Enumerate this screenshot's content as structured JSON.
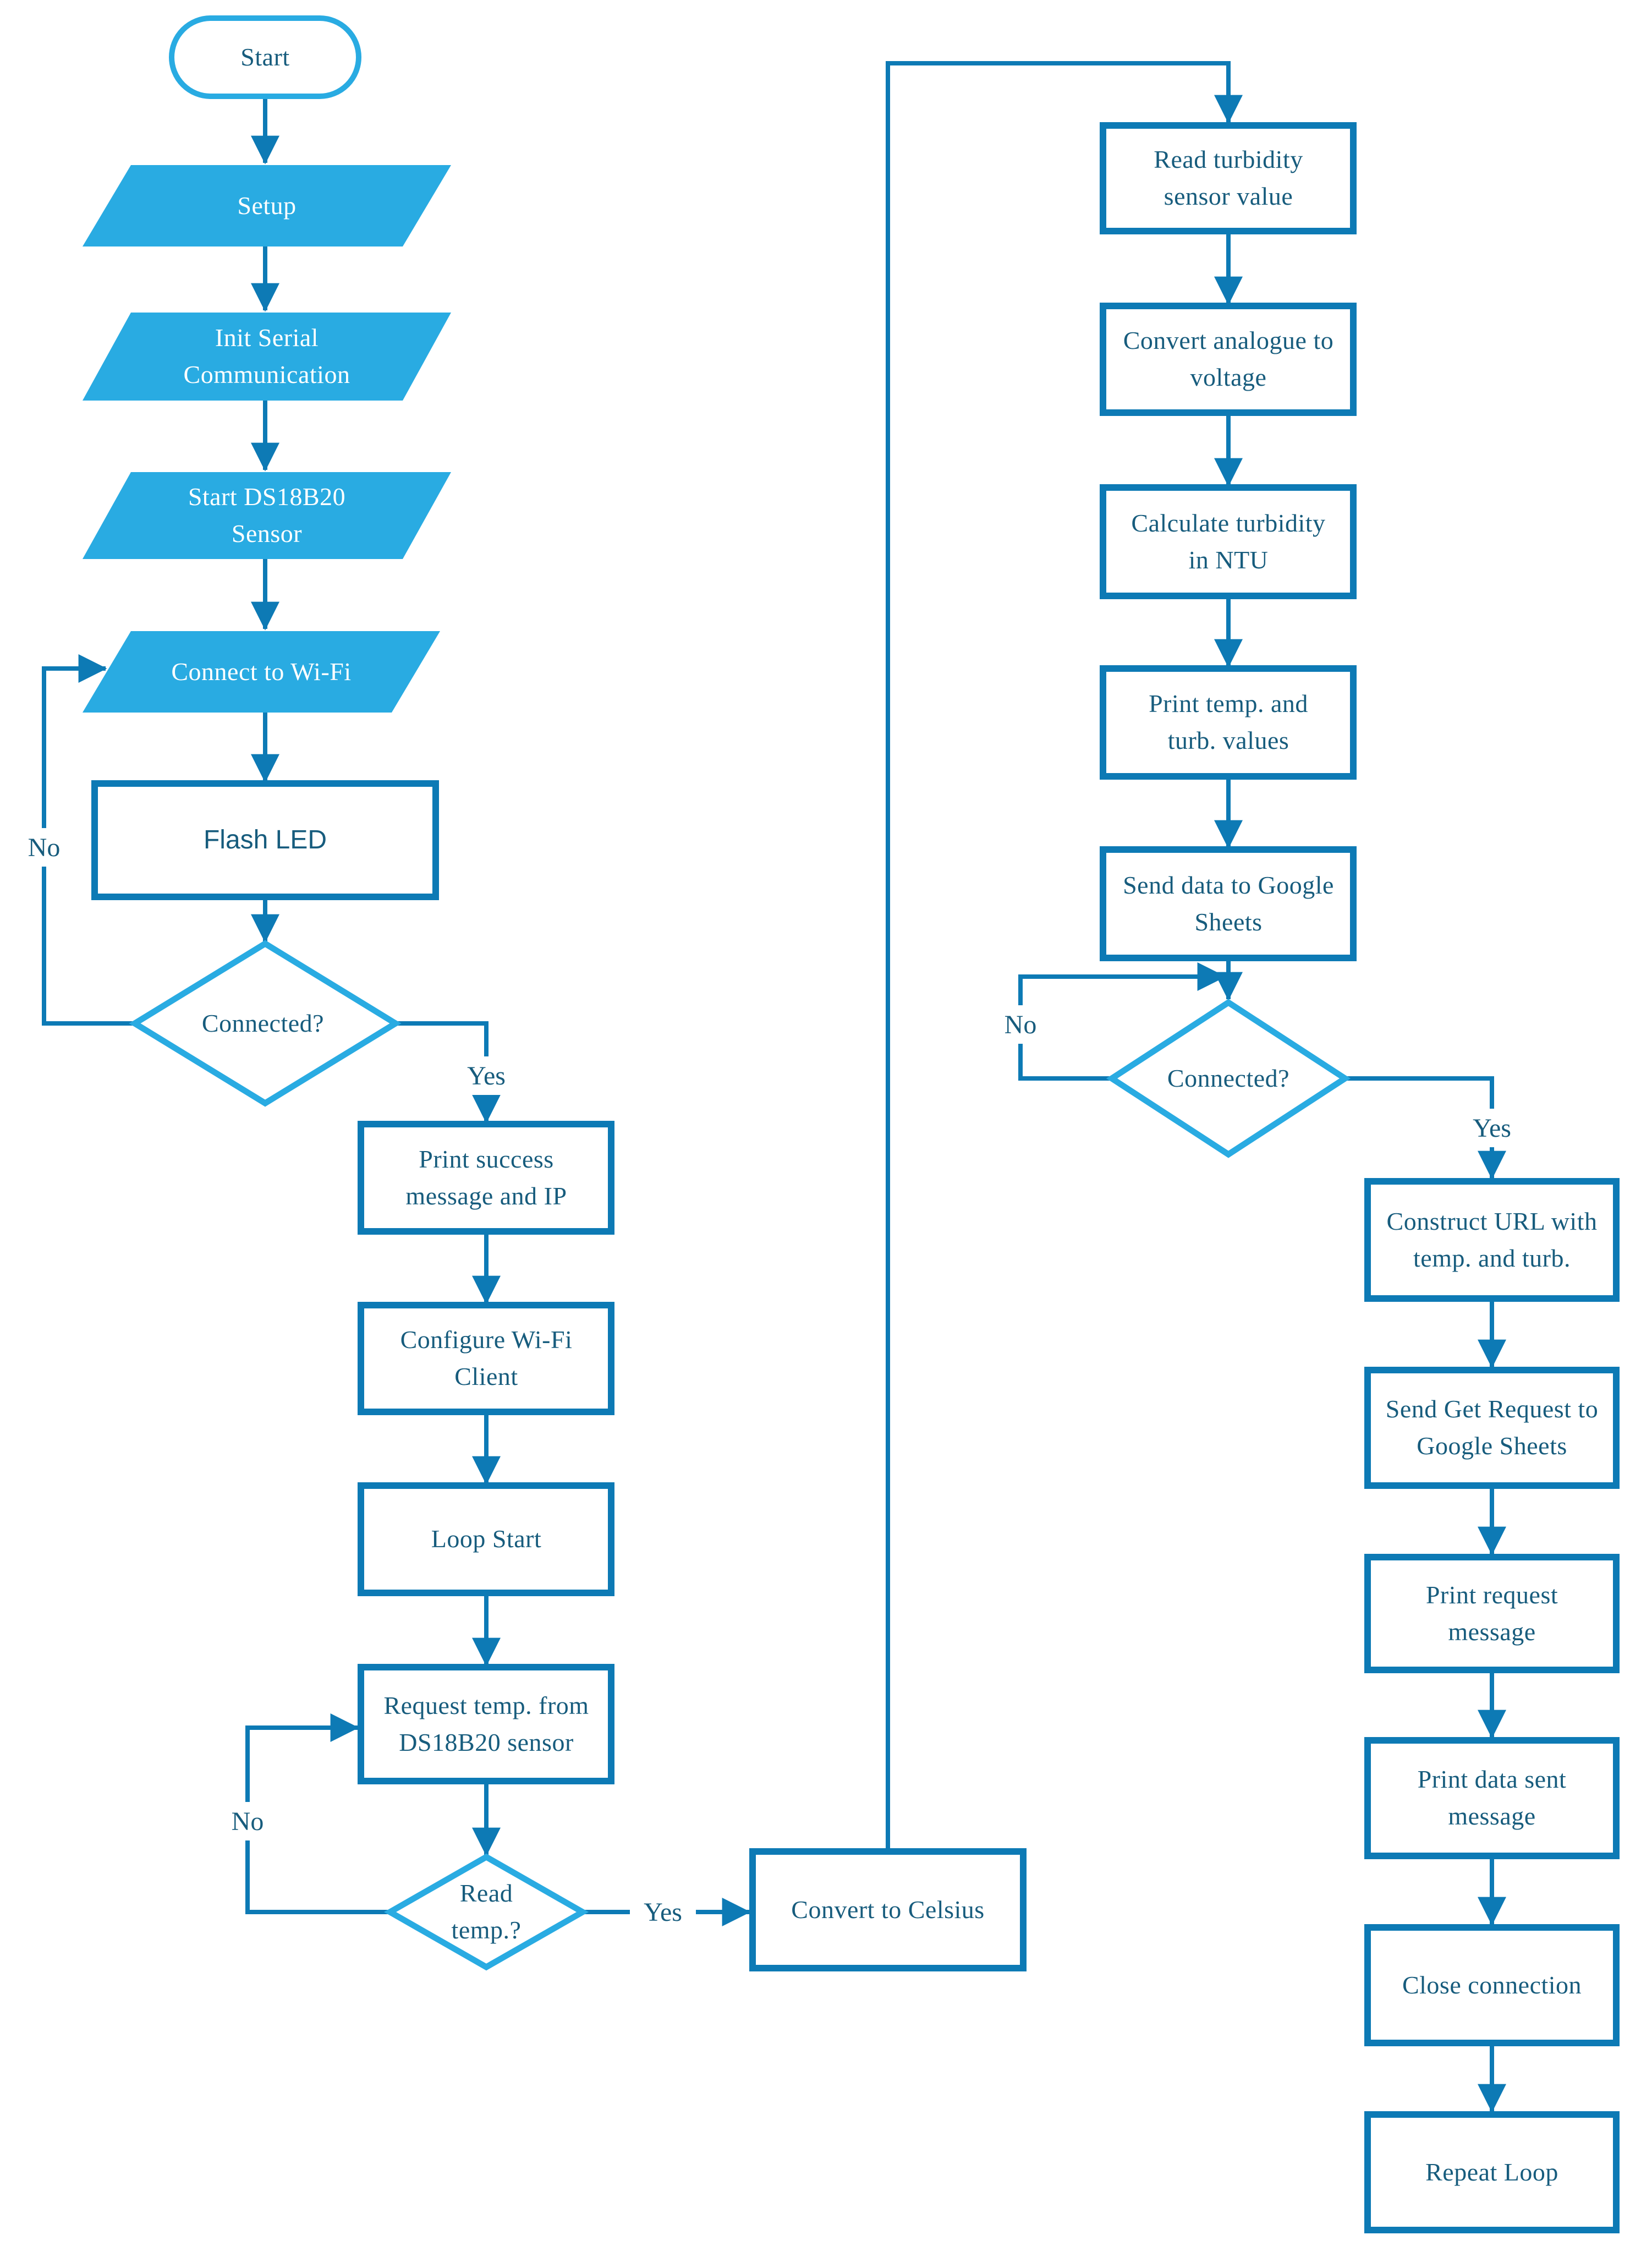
{
  "colors": {
    "cyan": "#29ABE2",
    "blue": "#0D7AB5",
    "text_dark": "#175C7D",
    "bg": "#FFFFFF"
  },
  "nodes": {
    "start": {
      "label": "Start",
      "type": "terminator"
    },
    "setup": {
      "label": "Setup",
      "type": "input"
    },
    "init_serial": {
      "label": "Init Serial Communication",
      "type": "input"
    },
    "start_ds18b20": {
      "label": "Start DS18B20 Sensor",
      "type": "input"
    },
    "connect_wifi": {
      "label": "Connect to Wi-Fi",
      "type": "input"
    },
    "flash_led": {
      "label": "Flash LED",
      "type": "process"
    },
    "connected_1": {
      "label": "Connected?",
      "type": "decision"
    },
    "print_success": {
      "label": "Print success message and IP",
      "type": "process"
    },
    "configure_wifi": {
      "label": "Configure Wi-Fi Client",
      "type": "process"
    },
    "loop_start": {
      "label": "Loop Start",
      "type": "process"
    },
    "request_temp": {
      "label": "Request temp. from DS18B20 sensor",
      "type": "process"
    },
    "read_temp": {
      "label": "Read temp.?",
      "type": "decision"
    },
    "convert_celsius": {
      "label": "Convert to Celsius",
      "type": "process"
    },
    "read_turbidity": {
      "label": "Read turbidity sensor value",
      "type": "process"
    },
    "convert_analogue": {
      "label": "Convert analogue to voltage",
      "type": "process"
    },
    "calculate_turbidity": {
      "label": "Calculate turbidity in NTU",
      "type": "process"
    },
    "print_temp_turb": {
      "label": "Print temp. and turb. values",
      "type": "process"
    },
    "send_data": {
      "label": "Send data to Google Sheets",
      "type": "process"
    },
    "connected_2": {
      "label": "Connected?",
      "type": "decision"
    },
    "construct_url": {
      "label": "Construct URL with temp. and turb.",
      "type": "process"
    },
    "send_get": {
      "label": "Send Get Request to Google Sheets",
      "type": "process"
    },
    "print_request": {
      "label": "Print request message",
      "type": "process"
    },
    "print_data_sent": {
      "label": "Print data sent message",
      "type": "process"
    },
    "close_connection": {
      "label": "Close connection",
      "type": "process"
    },
    "repeat_loop": {
      "label": "Repeat Loop",
      "type": "process"
    }
  },
  "edge_labels": {
    "connected_1_yes": "Yes",
    "connected_1_no": "No",
    "read_temp_yes": "Yes",
    "read_temp_no": "No",
    "connected_2_yes": "Yes",
    "connected_2_no": "No"
  }
}
